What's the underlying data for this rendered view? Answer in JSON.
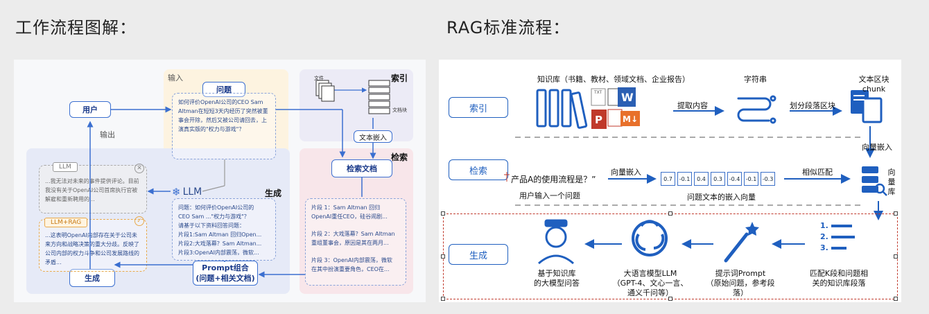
{
  "titles": {
    "left": "工作流程图解：",
    "right": "RAG标准流程："
  },
  "left": {
    "zone_input": "输入",
    "zone_output": "输出",
    "zone_index": "索引",
    "zone_search": "检索",
    "zone_gen": "生成",
    "node_user": "用户",
    "node_question": "问题",
    "node_gen": "生成",
    "node_search_docs": "检索文档",
    "node_prompt_line1": "Prompt组合",
    "node_prompt_line2": "(问题+相关文档)",
    "node_text_embed": "文本嵌入",
    "node_llm": "LLM",
    "label_files": "文件",
    "label_doc_chunks": "文档块",
    "question_text": "如何评价OpenAI公司的CEO Sam Altman在短短3天内经历了突然被董事会开除，然后又被公司请回去，上演真实版的\"权力与游戏\"？",
    "tag_llm": "LLM",
    "llm_answer": "...我无法对未来的事件提供评论。目前我没有关于OpenAI公司首席执行官被解雇和重新聘用的...",
    "tag_rag": "LLM+RAG",
    "rag_answer": "...这表明OpenAI内部存在关于公司未来方向和战略决策的重大分歧。反映了公司内部的权力斗争和公司发展路线的矛盾...",
    "prompt_text": [
      "问题：如何评价OpenAI公司的",
      "CEO Sam ...\"权力与游戏\"？",
      "请基于以下资料回答问题：",
      "片段1:Sam Altman 回归Open...",
      "片段2:大戏落幕？Sam Altman...",
      "片段3:OpenAI内部震荡，微软..."
    ],
    "search_text": [
      "片段 1：Sam Altman 回归",
      "OpenAI重任CEO，硅谷闹剧...",
      "",
      "片段 2：大戏落幕？Sam Altman",
      "重组董事会，原因是其在两月...",
      "",
      "片段 3：OpenAI内部震荡，微软",
      "在其中扮演重要角色，CEO在..."
    ]
  },
  "right": {
    "stage_index": "索引",
    "stage_search": "检索",
    "stage_gen": "生成",
    "kb_label": "知识库（书籍、教材、领域文档、企业报告）",
    "str_label": "字符串",
    "chunk_label": "文本区块 chunk",
    "extract_label": "提取内容",
    "split_label": "划分段落区块",
    "vec_embed_down": "向量嵌入",
    "query_text": "产品A的使用流程是？”",
    "query_caption": "用户输入一个问题",
    "query_embed": "向量嵌入",
    "vector_values": [
      "0.7",
      "-0.1",
      "0.4",
      "0.3",
      "-0.4",
      "-0.1",
      "-0.3"
    ],
    "vector_caption": "问题文本的嵌入向量",
    "similarity": "相似匹配",
    "vdb_label": "向量库",
    "vdb_chars": [
      "向",
      "量",
      "库"
    ],
    "topk_label": "匹配K段和问题相关的知识库段落",
    "topk_line1": "匹配K段和问题相",
    "topk_line2": "关的知识库段落",
    "list_nums": [
      "1.",
      "2.",
      "3."
    ],
    "prompt_line1": "提示词Prompt",
    "prompt_line2": "（原始问题，参考段落）",
    "llm_line1": "大语言模型LLM",
    "llm_line2": "（GPT-4、文心一言、",
    "llm_line3": "通义千问等）",
    "answer_line1": "基于知识库",
    "answer_line2": "的大模型问答",
    "file_txt": "TXT"
  },
  "colors": {
    "blue": "#1f5fbf",
    "orange": "#e8702a",
    "red": "#c0392b",
    "zone_input": "#fdf3e0",
    "zone_index": "#ecebf6",
    "zone_search": "#f8e6ea",
    "zone_gen": "#e6eaf7"
  }
}
